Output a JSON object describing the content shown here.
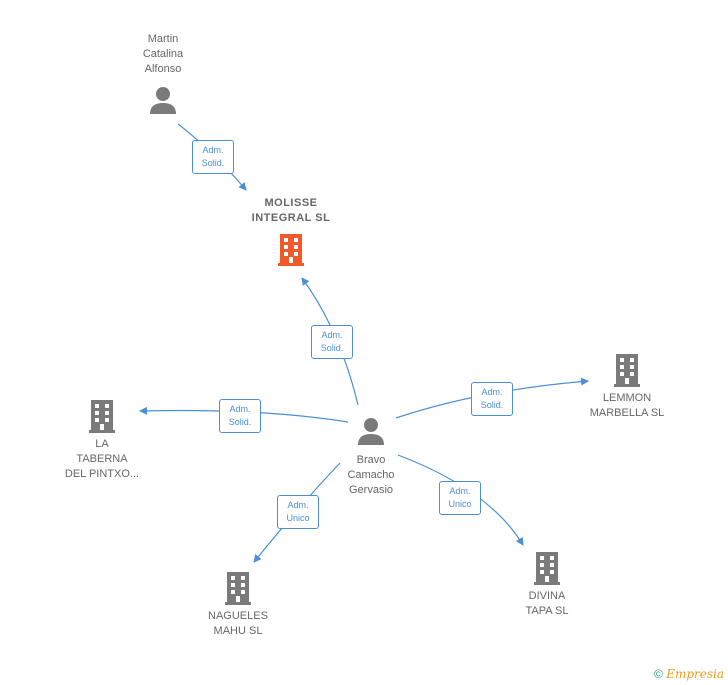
{
  "colors": {
    "edge": "#4a8fd8",
    "person": "#7a7a7a",
    "company": "#7a7a7a",
    "focus_company": "#f05a2a"
  },
  "nodes": {
    "person_top": {
      "lines": [
        "Martin",
        "Catalina",
        "Alfonso"
      ],
      "icon": "person-icon"
    },
    "molisse": {
      "lines": [
        "MOLISSE",
        "INTEGRAL  SL"
      ],
      "icon": "building-icon"
    },
    "bravo": {
      "lines": [
        "Bravo",
        "Camacho",
        "Gervasio"
      ],
      "icon": "person-icon"
    },
    "la_taberna": {
      "lines": [
        "LA",
        "TABERNA",
        "DEL PINTXO..."
      ],
      "icon": "building-icon"
    },
    "lemmon": {
      "lines": [
        "LEMMON",
        "MARBELLA SL"
      ],
      "icon": "building-icon"
    },
    "nagueles": {
      "lines": [
        "NAGUELES",
        "MAHU  SL"
      ],
      "icon": "building-icon"
    },
    "divina": {
      "lines": [
        "DIVINA",
        "TAPA SL"
      ],
      "icon": "building-icon"
    }
  },
  "edges": {
    "martin_molisse": [
      "Adm.",
      "Solid."
    ],
    "bravo_molisse": [
      "Adm.",
      "Solid."
    ],
    "bravo_taberna": [
      "Adm.",
      "Solid."
    ],
    "bravo_lemmon": [
      "Adm.",
      "Solid."
    ],
    "bravo_nagueles": [
      "Adm.",
      "Unico"
    ],
    "bravo_divina": [
      "Adm.",
      "Unico"
    ]
  },
  "footer": {
    "copyright": "©",
    "brand": "Empresia"
  }
}
